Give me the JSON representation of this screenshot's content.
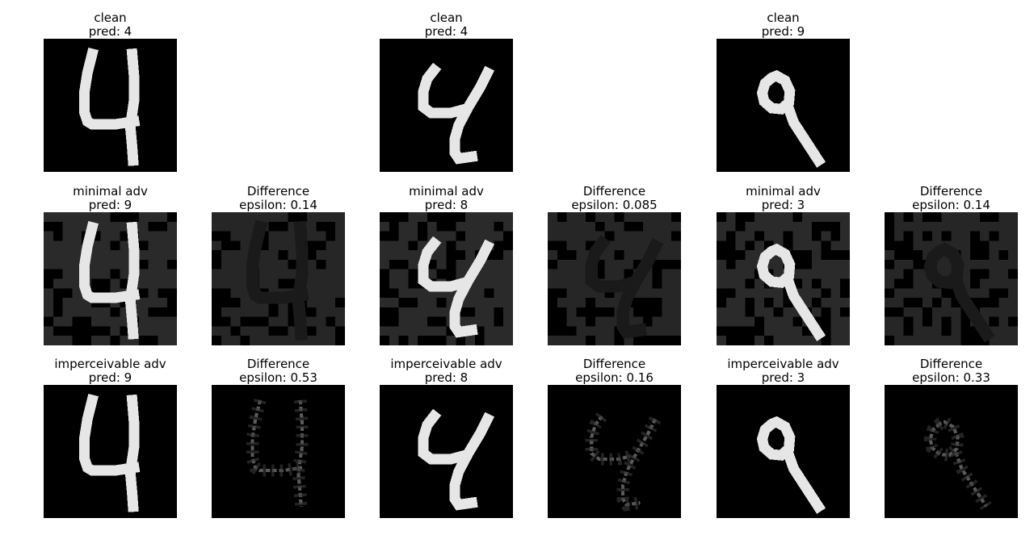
{
  "rows": [
    {
      "cells": [
        {
          "present": true,
          "title": "clean",
          "subtitle": "pred: 4",
          "kind": "clean",
          "digit": "4"
        },
        {
          "present": false
        },
        {
          "present": true,
          "title": "clean",
          "subtitle": "pred: 4",
          "kind": "clean",
          "digit": "4b"
        },
        {
          "present": false
        },
        {
          "present": true,
          "title": "clean",
          "subtitle": "pred: 9",
          "kind": "clean",
          "digit": "9"
        },
        {
          "present": false
        }
      ]
    },
    {
      "cells": [
        {
          "present": true,
          "title": "minimal adv",
          "subtitle": "pred: 9",
          "kind": "minimal",
          "digit": "4"
        },
        {
          "present": true,
          "title": "Difference",
          "subtitle": "epsilon: 0.14",
          "kind": "diff-minimal",
          "digit": "4"
        },
        {
          "present": true,
          "title": "minimal adv",
          "subtitle": "pred: 8",
          "kind": "minimal",
          "digit": "4b"
        },
        {
          "present": true,
          "title": "Difference",
          "subtitle": "epsilon: 0.085",
          "kind": "diff-minimal",
          "digit": "4b"
        },
        {
          "present": true,
          "title": "minimal adv",
          "subtitle": "pred: 3",
          "kind": "minimal",
          "digit": "9"
        },
        {
          "present": true,
          "title": "Difference",
          "subtitle": "epsilon: 0.14",
          "kind": "diff-minimal",
          "digit": "9"
        }
      ]
    },
    {
      "cells": [
        {
          "present": true,
          "title": "imperceivable adv",
          "subtitle": "pred: 9",
          "kind": "imperceivable",
          "digit": "4"
        },
        {
          "present": true,
          "title": "Difference",
          "subtitle": "epsilon: 0.53",
          "kind": "diff-edge",
          "digit": "4"
        },
        {
          "present": true,
          "title": "imperceivable adv",
          "subtitle": "pred: 8",
          "kind": "imperceivable",
          "digit": "4b"
        },
        {
          "present": true,
          "title": "Difference",
          "subtitle": "epsilon: 0.16",
          "kind": "diff-edge",
          "digit": "4b"
        },
        {
          "present": true,
          "title": "imperceivable adv",
          "subtitle": "pred: 3",
          "kind": "imperceivable",
          "digit": "9"
        },
        {
          "present": true,
          "title": "Difference",
          "subtitle": "epsilon: 0.33",
          "kind": "diff-edge",
          "digit": "9"
        }
      ]
    }
  ],
  "colors": {
    "background": "#000000",
    "stroke": "#e6e6e6",
    "noise": "#2a2a2a"
  }
}
